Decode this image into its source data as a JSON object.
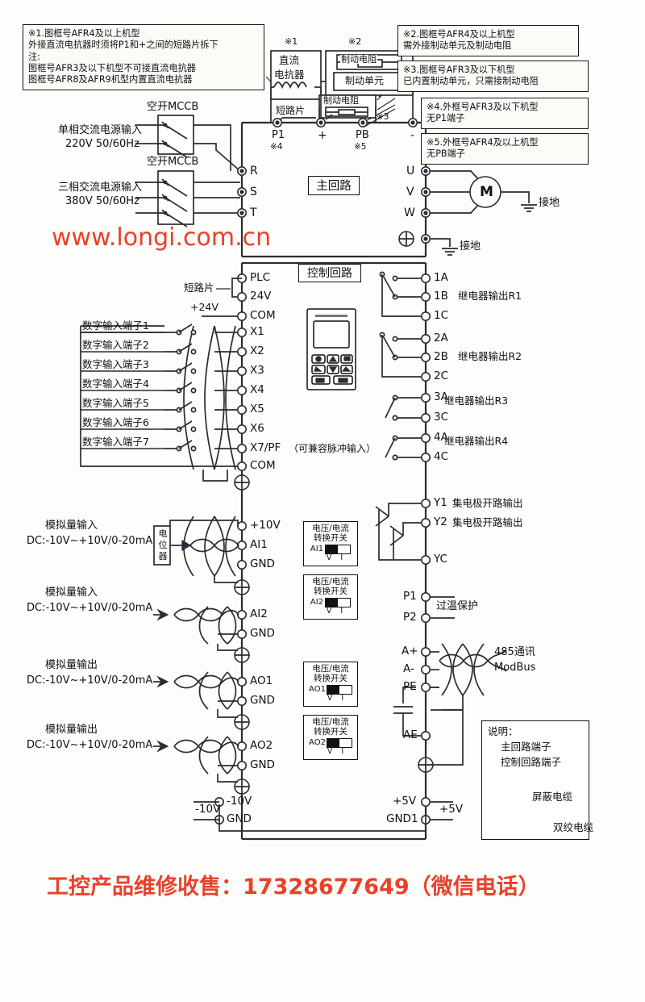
{
  "diagram": {
    "title_main_circuit": "主回路",
    "title_control_circuit": "控制回路",
    "watermark_url": "www.longi.com.cn",
    "footer_text": "工控产品维修收售：17328677649（微信电话）",
    "colors": {
      "line": "#2b2b33",
      "text": "#111111",
      "watermark": "#e8412a",
      "panel_bg": "#fdfdfb"
    }
  },
  "notes": [
    {
      "name": "note-1",
      "lines": [
        "※1.图框号AFR4及以上机型",
        "外接直流电抗器时须将P1和+之间的短路片拆下",
        "注:",
        "图框号AFR3及以下机型不可接直流电抗器",
        "图框号AFR8及AFR9机型内置直流电抗器"
      ]
    },
    {
      "name": "note-2",
      "lines": [
        "※2.图框号AFR4及以上机型",
        "需外接制动单元及制动电阻"
      ]
    },
    {
      "name": "note-3",
      "lines": [
        "※3.图框号AFR3及以下机型",
        "已内置制动单元，只需接制动电阻"
      ]
    },
    {
      "name": "note-4",
      "lines": [
        "※4.外框号AFR3及以下机型",
        "无P1端子"
      ]
    },
    {
      "name": "note-5",
      "lines": [
        "※5.外框号AFR4及以上机型",
        "无PB端子"
      ]
    }
  ],
  "dc_section": {
    "mark1": "※1",
    "mark2": "※2",
    "mark3": "※3",
    "dc_reactor": "直流\n电抗器",
    "dc_reactor_l1": "直流",
    "dc_reactor_l2": "电抗器",
    "short_bar": "短路片",
    "brake_resistor_top": "制动电阻",
    "brake_unit": "制动单元",
    "brake_resistor_bottom": "制动电阻",
    "terminals": [
      {
        "label": "P1",
        "sub": "※4"
      },
      {
        "label": "+",
        "sub": ""
      },
      {
        "label": "PB",
        "sub": "※5"
      },
      {
        "label": "-",
        "sub": ""
      }
    ]
  },
  "power_input": {
    "mccb_label": "空开MCCB",
    "single_phase_l1": "单相交流电源输入",
    "single_phase_l2": "220V 50/60Hz",
    "three_phase_l1": "三相交流电源输入",
    "three_phase_l2": "380V 50/60Hz",
    "terminals": [
      "R",
      "S",
      "T"
    ]
  },
  "motor_output": {
    "terminals": [
      "U",
      "V",
      "W"
    ],
    "motor_symbol": "M",
    "ground_motor": "接地",
    "ground_drive": "接地"
  },
  "control_top": {
    "short_bar": "短路片",
    "plus24": "+24V",
    "terminals": [
      "PLC",
      "24V",
      "COM"
    ]
  },
  "digital_inputs": {
    "labels": [
      "数字输入端子1",
      "数字输入端子2",
      "数字输入端子3",
      "数字输入端子4",
      "数字输入端子5",
      "数字输入端子6",
      "数字输入端子7"
    ],
    "terminals": [
      "X1",
      "X2",
      "X3",
      "X4",
      "X5",
      "X6",
      "X7/PF"
    ],
    "x7_note": "（可兼容脉冲输入）",
    "com": "COM"
  },
  "relay_outputs": [
    {
      "name": "继电器输出R1",
      "terminals": [
        "1A",
        "1B",
        "1C"
      ]
    },
    {
      "name": "继电器输出R2",
      "terminals": [
        "2A",
        "2B",
        "2C"
      ]
    },
    {
      "name": "继电器输出R3",
      "terminals": [
        "3A",
        "3C"
      ]
    },
    {
      "name": "继电器输出R4",
      "terminals": [
        "4A",
        "4C"
      ]
    }
  ],
  "open_collector": {
    "outputs": [
      {
        "terminal": "Y1",
        "label": "集电极开路输出"
      },
      {
        "terminal": "Y2",
        "label": "集电极开路输出"
      }
    ],
    "common": "YC"
  },
  "thermal": {
    "terminals": [
      "P1",
      "P2"
    ],
    "label": "过温保护"
  },
  "comm": {
    "terminals": [
      "A+",
      "A-",
      "PE"
    ],
    "line1": "485通讯",
    "line2": "ModBus",
    "ae_terminal": "AE"
  },
  "analog_inputs": [
    {
      "title": "模拟量输入",
      "range": "DC:-10V~+10V/0-20mA",
      "potentiometer": "电位器",
      "terminals": [
        "+10V",
        "AI1",
        "GND"
      ]
    },
    {
      "title": "模拟量输入",
      "range": "DC:-10V~+10V/0-20mA",
      "potentiometer": "",
      "terminals": [
        "AI2",
        "GND"
      ]
    }
  ],
  "analog_outputs": [
    {
      "title": "模拟量输出",
      "range": "DC:-10V~+10V/0-20mA",
      "terminals": [
        "AO1",
        "GND"
      ]
    },
    {
      "title": "模拟量输出",
      "range": "DC:-10V~+10V/0-20mA",
      "terminals": [
        "AO2",
        "GND"
      ]
    }
  ],
  "switches": [
    {
      "id": "AI1",
      "l1": "电压/电流",
      "l2": "转换开关",
      "v": "V",
      "i": "I",
      "position": "V"
    },
    {
      "id": "AI2",
      "l1": "电压/电流",
      "l2": "转换开关",
      "v": "V",
      "i": "I",
      "position": "V"
    },
    {
      "id": "AO1",
      "l1": "电压/电流",
      "l2": "转换开关",
      "v": "V",
      "i": "I",
      "position": "V"
    },
    {
      "id": "AO2",
      "l1": "电压/电流",
      "l2": "转换开关",
      "v": "V",
      "i": "I",
      "position": "V"
    }
  ],
  "bottom_terminals": {
    "left_source": "-10V",
    "left": [
      "-10V",
      "GND"
    ],
    "right": [
      "+5V",
      "GND1"
    ],
    "right_source": "+5V"
  },
  "legend": {
    "title": "说明：",
    "main_terminal": "主回路端子",
    "control_terminal": "控制回路端子",
    "shielded_cable": "屏蔽电缆",
    "twisted_cable": "双绞电缆"
  }
}
